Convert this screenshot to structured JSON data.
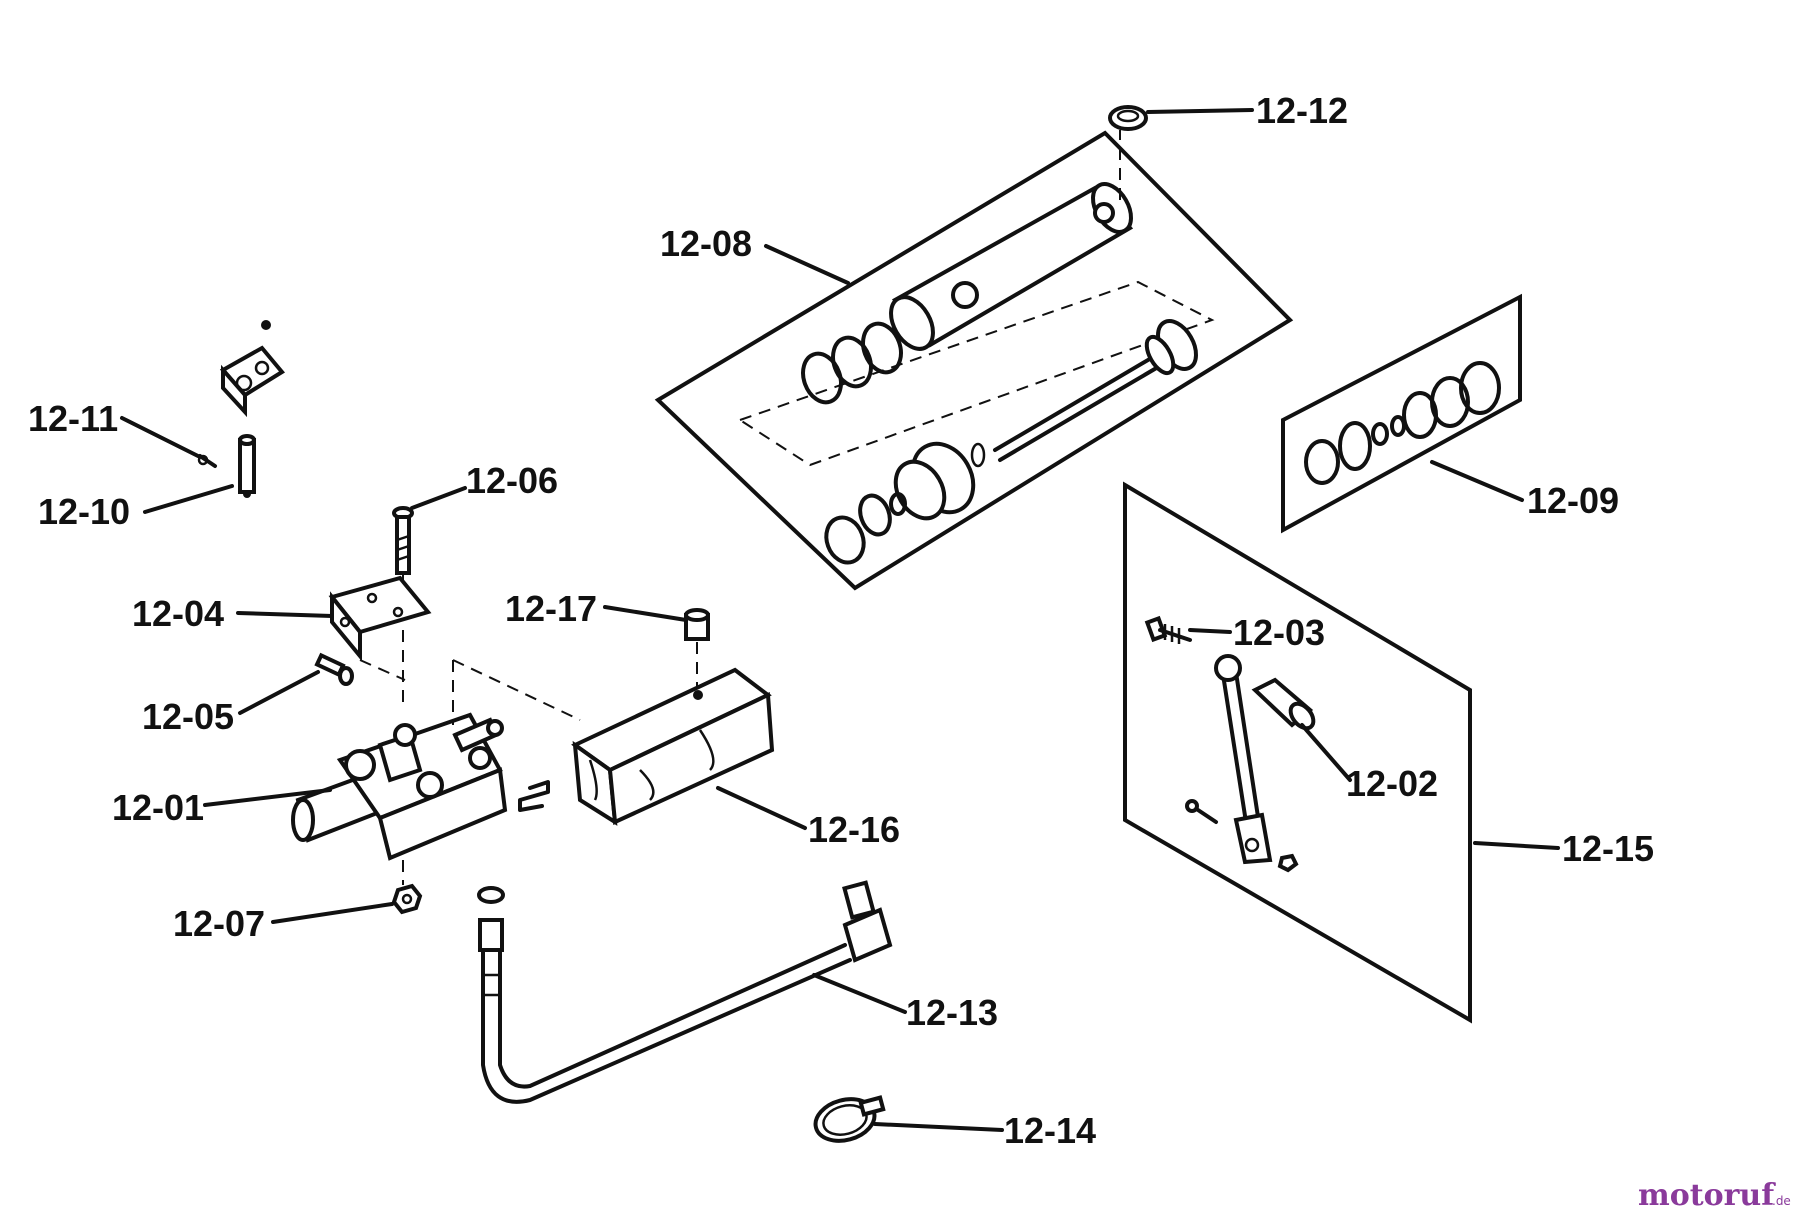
{
  "labels": {
    "p1201": "12-01",
    "p1202": "12-02",
    "p1203": "12-03",
    "p1204": "12-04",
    "p1205": "12-05",
    "p1206": "12-06",
    "p1207": "12-07",
    "p1208": "12-08",
    "p1209": "12-09",
    "p1210": "12-10",
    "p1211": "12-11",
    "p1212": "12-12",
    "p1213": "12-13",
    "p1214": "12-14",
    "p1215": "12-15",
    "p1216": "12-16",
    "p1217": "12-17"
  },
  "watermark": {
    "text": "motoruf",
    "suffix": ".de",
    "colors": {
      "text": "#8a3a9b",
      "dot": "#e5a019"
    }
  }
}
